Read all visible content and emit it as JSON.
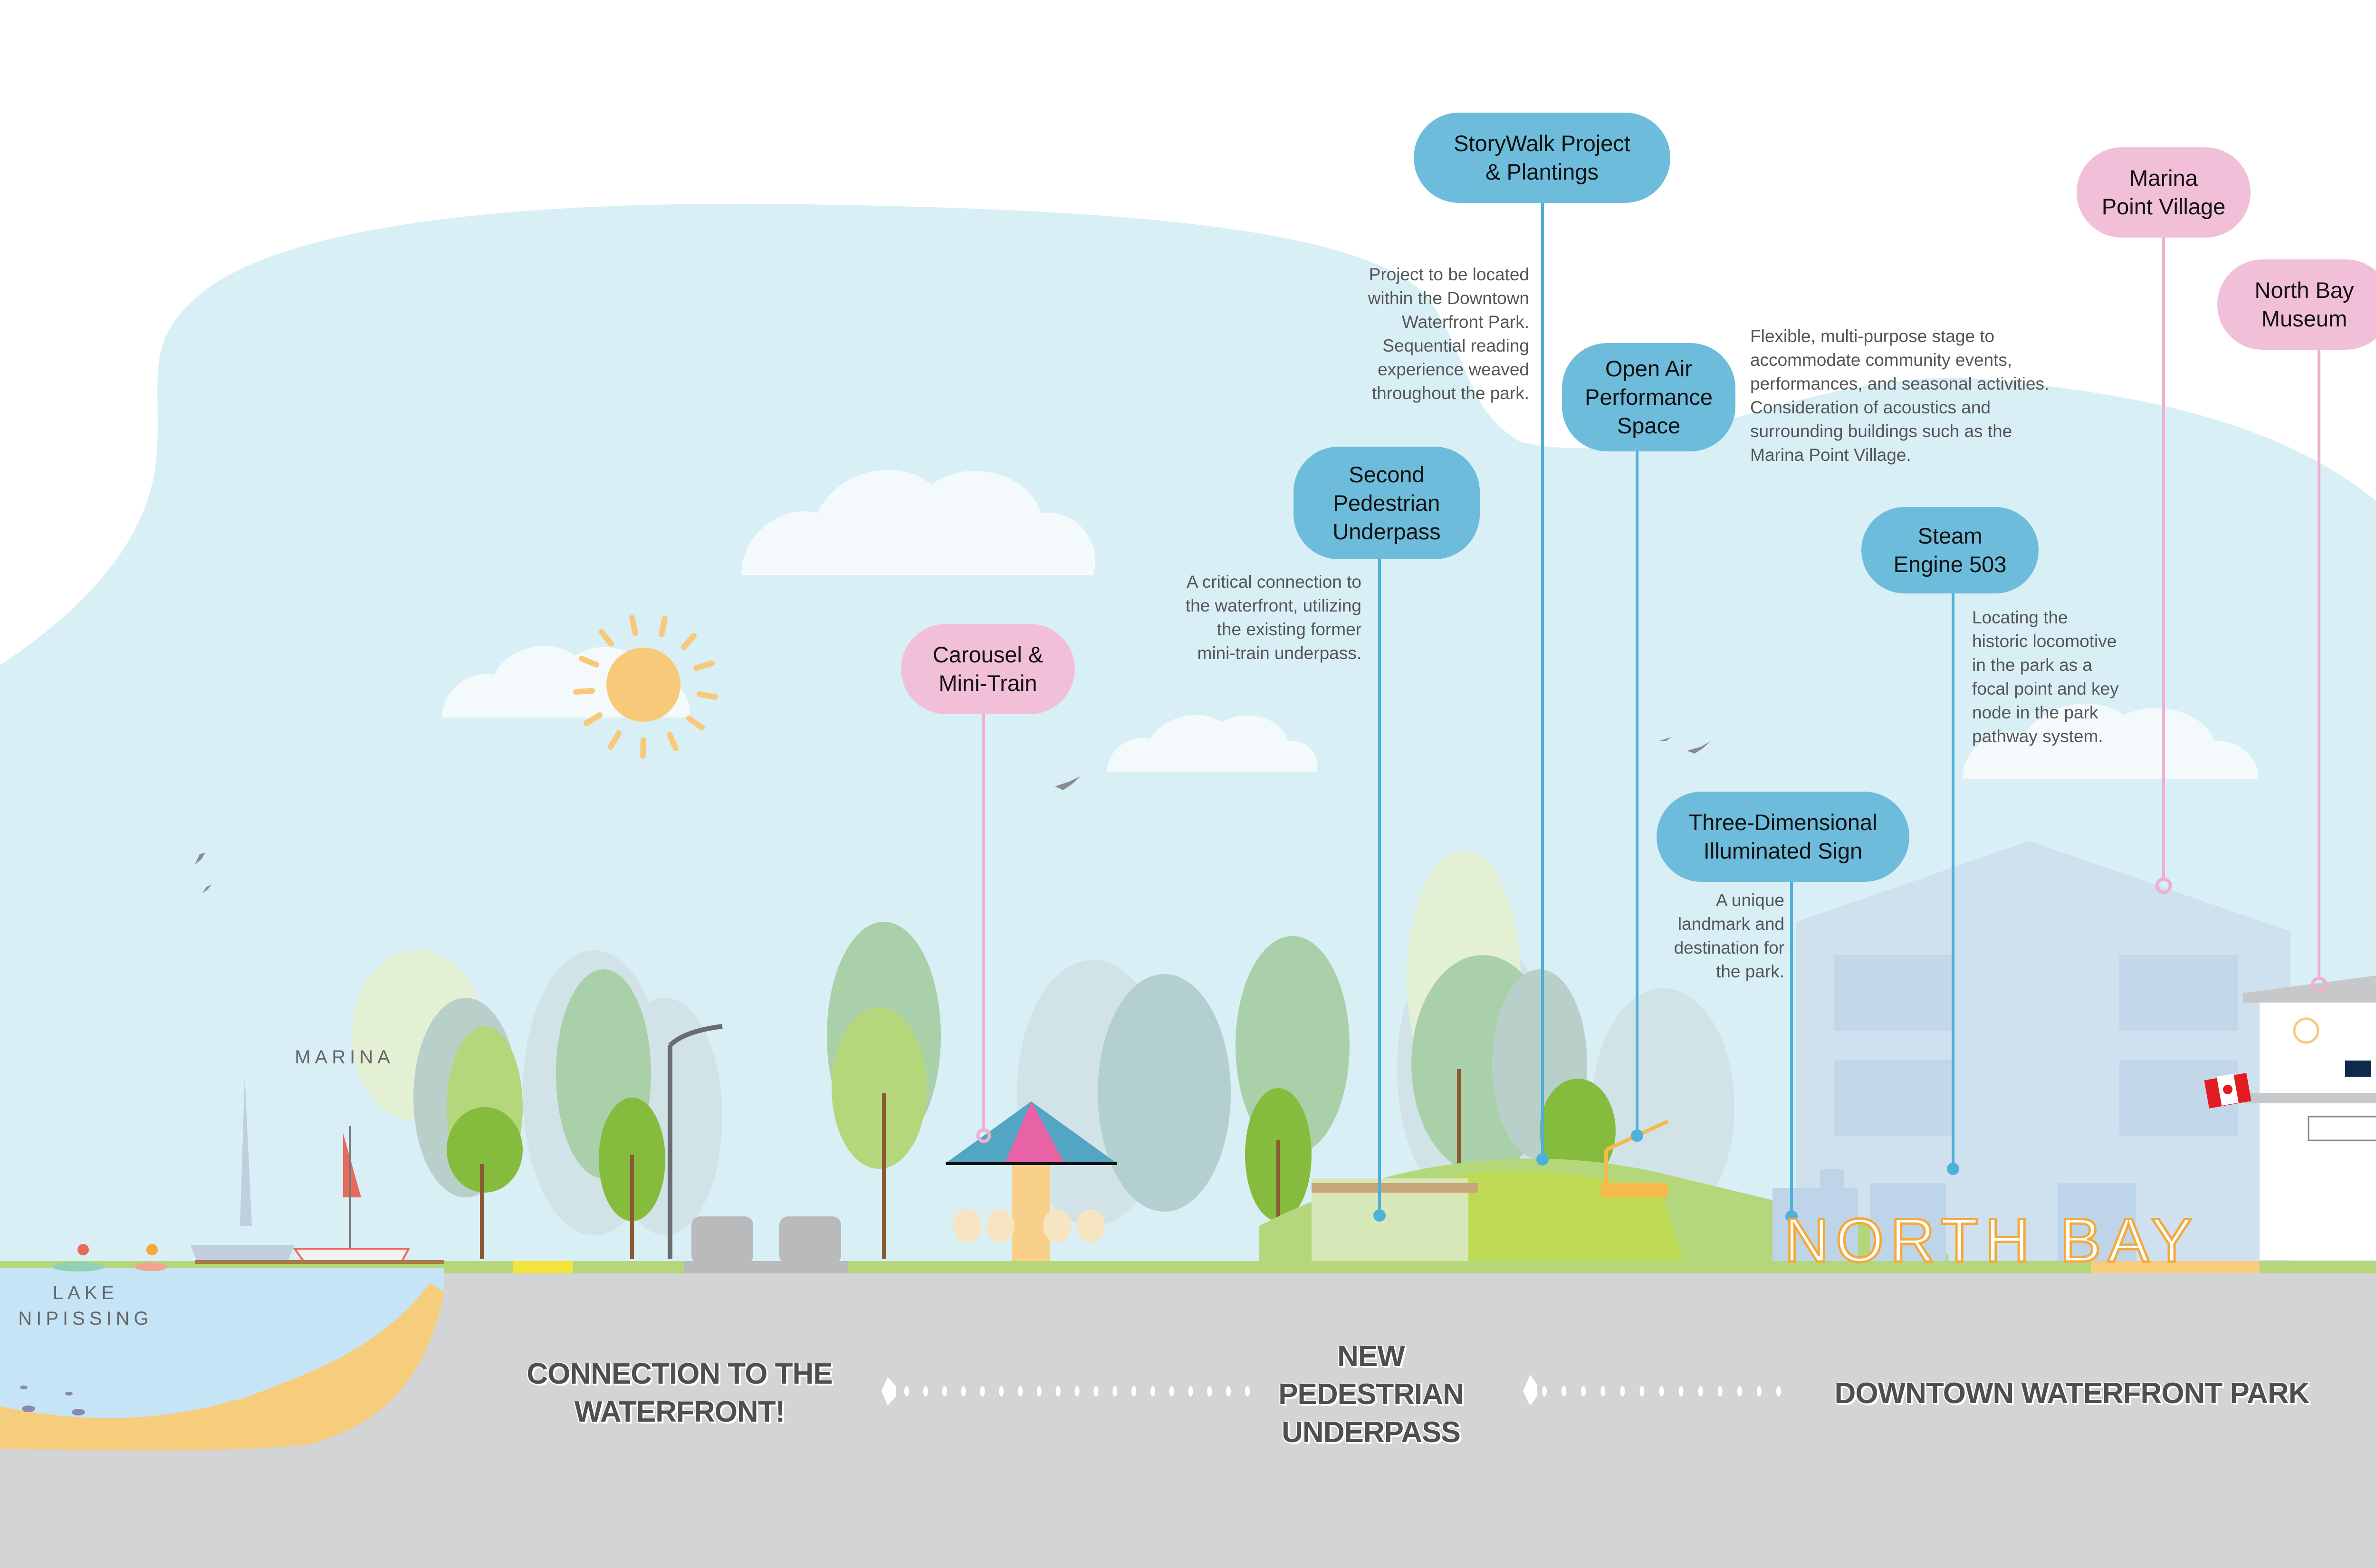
{
  "colors": {
    "callout_blue": "#6ebcdb",
    "callout_pink": "#f2bfd8",
    "leader_blue": "#4fb0d8",
    "leader_pink": "#eeb0cf",
    "sky": "#d9eff6",
    "ground": "#d3d4d6",
    "grass": "#b5d77c",
    "sand": "#f6cc7d",
    "lake": "#c5e5f6",
    "sun": "#f7c978",
    "sign_orange": "#f4a93a"
  },
  "callouts": [
    {
      "id": "carousel",
      "label": "Carousel &\nMini-Train",
      "style": "pink"
    },
    {
      "id": "underpass",
      "label": "Second\nPedestrian\nUnderpass",
      "style": "blue",
      "description": "A critical connection to\nthe waterfront, utilizing\nthe existing former\nmini-train underpass."
    },
    {
      "id": "storywalk",
      "label": "StoryWalk Project\n& Plantings",
      "style": "blue",
      "description": "Project to be located\nwithin the Downtown\nWaterfront Park.\nSequential reading\nexperience weaved\nthroughout the park."
    },
    {
      "id": "openair",
      "label": "Open Air\nPerformance\nSpace",
      "style": "blue",
      "description": "Flexible, multi-purpose stage to\naccommodate community events,\nperformances, and seasonal activities.\nConsideration of acoustics and\nsurrounding buildings such as the\nMarina Point Village."
    },
    {
      "id": "sign",
      "label": "Three-Dimensional\nIlluminated Sign",
      "style": "blue",
      "description": "A unique\nlandmark and\ndestination for\nthe park."
    },
    {
      "id": "steam",
      "label": "Steam\nEngine 503",
      "style": "blue",
      "description": "Locating the\nhistoric locomotive\nin the park as a\nfocal point and key\nnode in the park\npathway system."
    },
    {
      "id": "marina_village",
      "label": "Marina\nPoint Village",
      "style": "pink"
    },
    {
      "id": "museum",
      "label": "North Bay\nMuseum",
      "style": "pink"
    }
  ],
  "place_labels": {
    "marina": "MARINA",
    "lake": "LAKE\nNIPISSING",
    "sign_text": "NORTH BAY"
  },
  "ground_labels": {
    "connection": "CONNECTION TO THE\nWATERFRONT!",
    "underpass": "NEW\nPEDESTRIAN\nUNDERPASS",
    "park": "DOWNTOWN WATERFRONT PARK"
  }
}
